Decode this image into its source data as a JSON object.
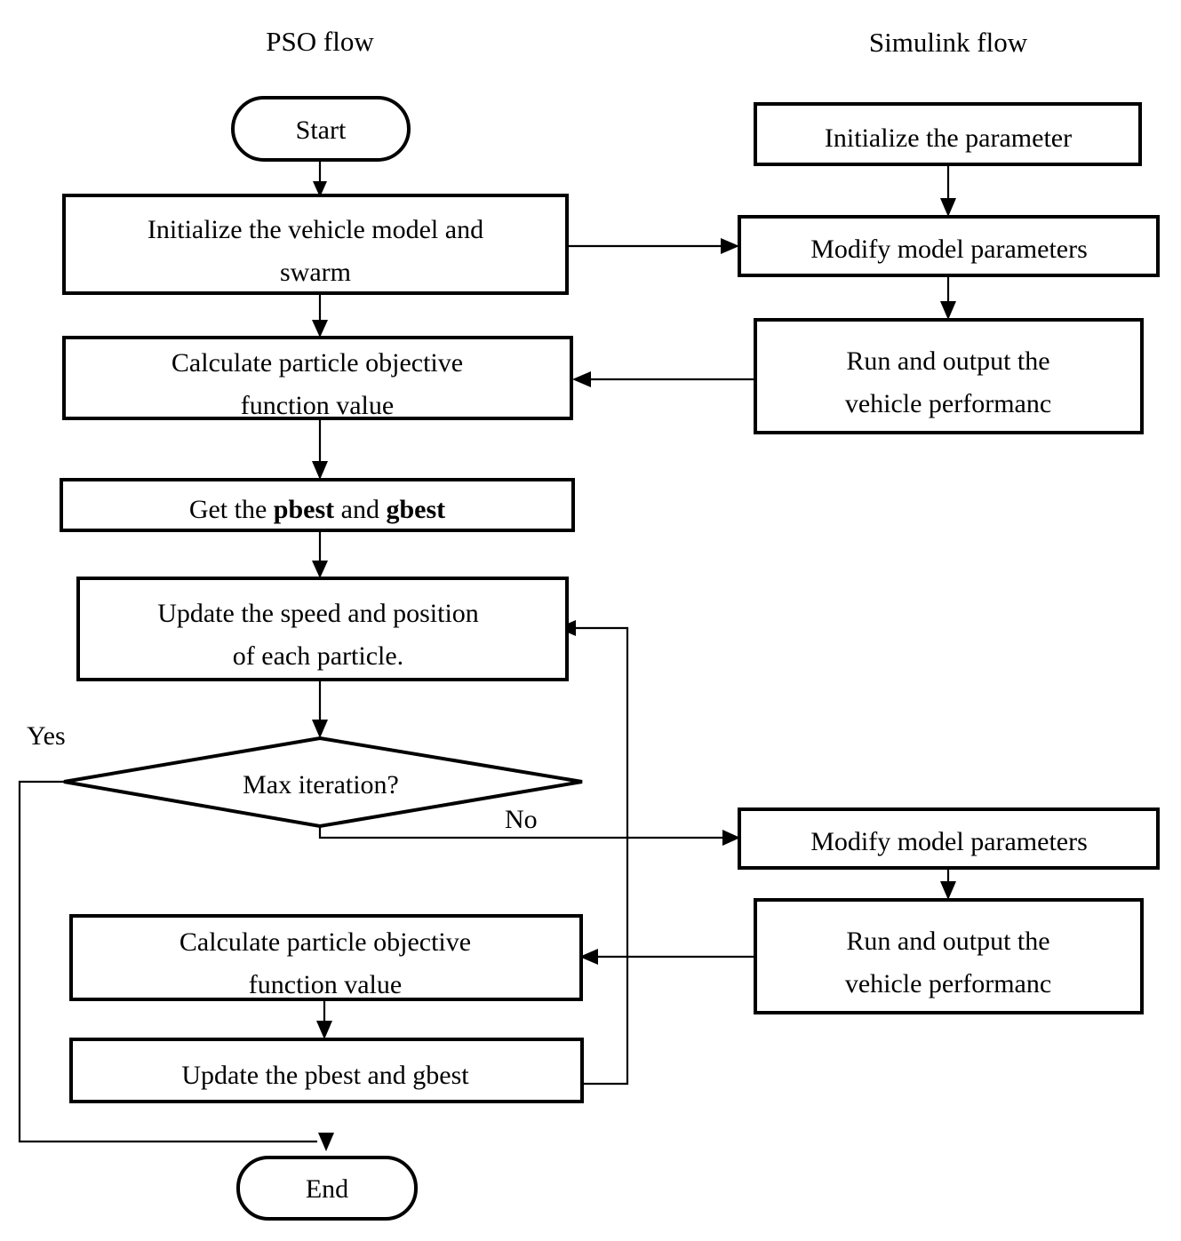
{
  "diagram": {
    "title_left": "PSO flow",
    "title_right": "Simulink flow",
    "columns": [
      {
        "header": "PSO flow"
      },
      {
        "header": "Simulink flow"
      }
    ],
    "nodes": {
      "start": {
        "label": "Start",
        "shape": "terminator"
      },
      "init_vehicle": {
        "label_line1": "Initialize  the vehicle model and",
        "label_line2": "swarm",
        "shape": "process"
      },
      "calc_obj_1": {
        "label_line1": "Calculate  particle objective",
        "label_line2": "function value",
        "shape": "process"
      },
      "get_best": {
        "label_pre": "Get the ",
        "label_bold1": "pbest",
        "label_mid": " and ",
        "label_bold2": "gbest",
        "shape": "process"
      },
      "update_speed": {
        "label_line1": "Update the speed and position",
        "label_line2": "of each particle.",
        "shape": "process"
      },
      "max_iteration": {
        "label": "Max  iteration?",
        "shape": "decision"
      },
      "calc_obj_2": {
        "label_line1": "Calculate  particle objective",
        "label_line2": "function value",
        "shape": "process"
      },
      "update_best": {
        "label": "Update the pbest and gbest",
        "shape": "process"
      },
      "end": {
        "label": "End",
        "shape": "terminator"
      },
      "init_param": {
        "label": "Initialize  the parameter",
        "shape": "process"
      },
      "modify_params_1": {
        "label": "Modify model parameters",
        "shape": "process"
      },
      "run_output_1": {
        "label_line1": "Run and output the",
        "label_line2": "vehicle performanc",
        "shape": "process"
      },
      "modify_params_2": {
        "label": "Modify model parameters",
        "shape": "process"
      },
      "run_output_2": {
        "label_line1": "Run and output the",
        "label_line2": "vehicle performanc",
        "shape": "process"
      }
    },
    "edge_labels": {
      "yes": "Yes",
      "no": "No"
    },
    "colors": {
      "stroke": "#000000",
      "fill": "#ffffff",
      "text": "#000000"
    }
  }
}
